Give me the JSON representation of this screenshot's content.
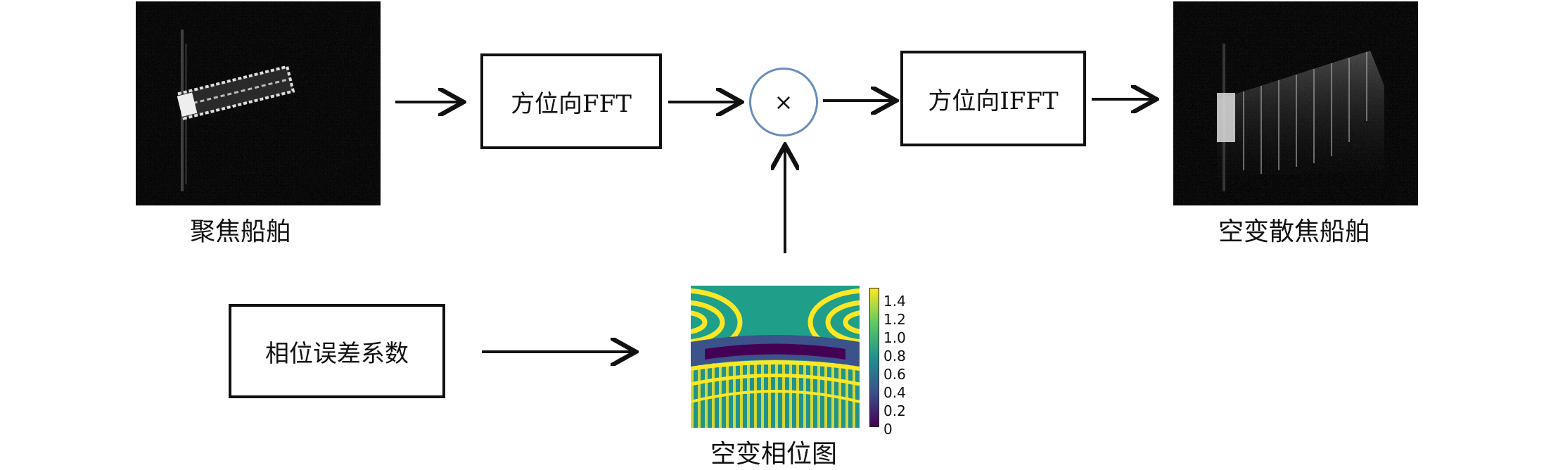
{
  "nodes": {
    "focused_ship_caption": "聚焦船舶",
    "azimuth_fft_label": "方位向FFT",
    "multiply_symbol": "×",
    "azimuth_ifft_label": "方位向IFFT",
    "defocused_ship_caption": "空变散焦船舶",
    "phase_error_coeff_label": "相位误差系数",
    "space_variant_phase_caption": "空变相位图"
  },
  "colorbar": {
    "ticks": [
      "1.4",
      "1.2",
      "1.0",
      "0.8",
      "0.6",
      "0.4",
      "0.2",
      "0"
    ]
  },
  "colors": {
    "line": "#111111",
    "multiply_circle": "#6a8db8",
    "viridis_dark": "#440154",
    "viridis_mid": "#21908c",
    "viridis_bright": "#fde725"
  }
}
